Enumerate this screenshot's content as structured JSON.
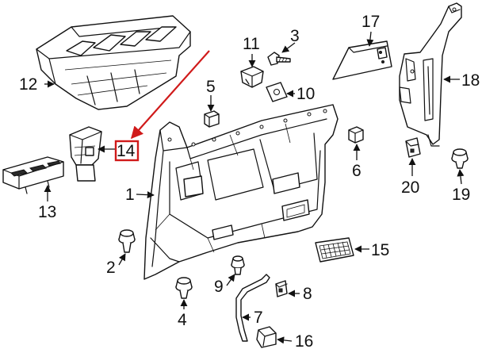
{
  "callouts": [
    {
      "id": "c1",
      "label": "1"
    },
    {
      "id": "c2",
      "label": "2"
    },
    {
      "id": "c3",
      "label": "3"
    },
    {
      "id": "c4",
      "label": "4"
    },
    {
      "id": "c5",
      "label": "5"
    },
    {
      "id": "c6",
      "label": "6"
    },
    {
      "id": "c7",
      "label": "7"
    },
    {
      "id": "c8",
      "label": "8"
    },
    {
      "id": "c9",
      "label": "9"
    },
    {
      "id": "c10",
      "label": "10"
    },
    {
      "id": "c11",
      "label": "11"
    },
    {
      "id": "c12",
      "label": "12"
    },
    {
      "id": "c13",
      "label": "13"
    },
    {
      "id": "c14",
      "label": "14"
    },
    {
      "id": "c15",
      "label": "15"
    },
    {
      "id": "c16",
      "label": "16"
    },
    {
      "id": "c17",
      "label": "17"
    },
    {
      "id": "c18",
      "label": "18"
    },
    {
      "id": "c19",
      "label": "19"
    },
    {
      "id": "c20",
      "label": "20"
    }
  ],
  "highlight": {
    "part": "14",
    "color": "#d01a1a"
  }
}
